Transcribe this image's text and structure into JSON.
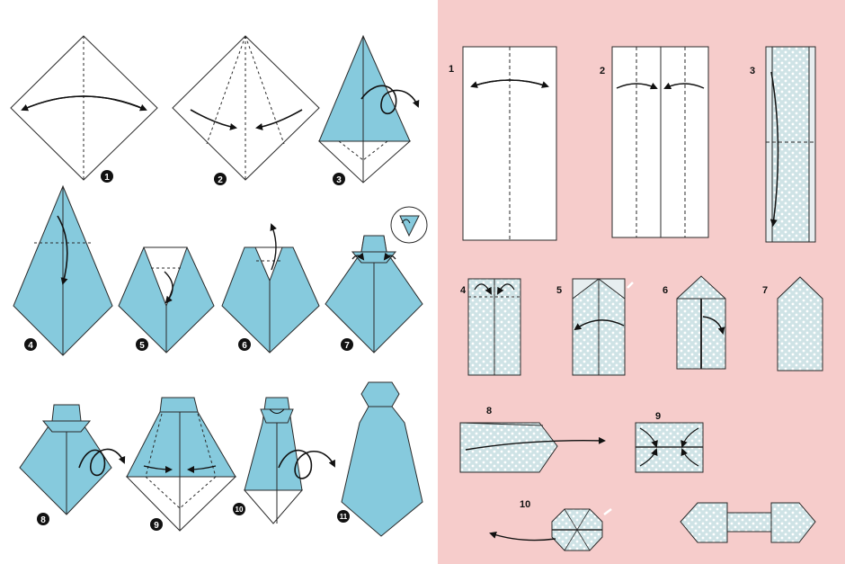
{
  "colors": {
    "left_background": "#ffffff",
    "right_background": "#f6cccb",
    "tie_blue": "#86cadd",
    "paper_white": "#ffffff",
    "polka_paper": "#cfe3e6",
    "outline": "#2a2a2a"
  },
  "tie_panel": {
    "steps": [
      {
        "label": "1"
      },
      {
        "label": "2"
      },
      {
        "label": "3"
      },
      {
        "label": "4"
      },
      {
        "label": "5"
      },
      {
        "label": "6"
      },
      {
        "label": "7"
      },
      {
        "label": "8"
      },
      {
        "label": "9"
      },
      {
        "label": "10"
      },
      {
        "label": "11"
      }
    ]
  },
  "bowtie_panel": {
    "steps": [
      {
        "label": "1"
      },
      {
        "label": "2"
      },
      {
        "label": "3"
      },
      {
        "label": "4"
      },
      {
        "label": "5"
      },
      {
        "label": "6"
      },
      {
        "label": "7"
      },
      {
        "label": "8"
      },
      {
        "label": "9"
      },
      {
        "label": "10"
      }
    ]
  }
}
